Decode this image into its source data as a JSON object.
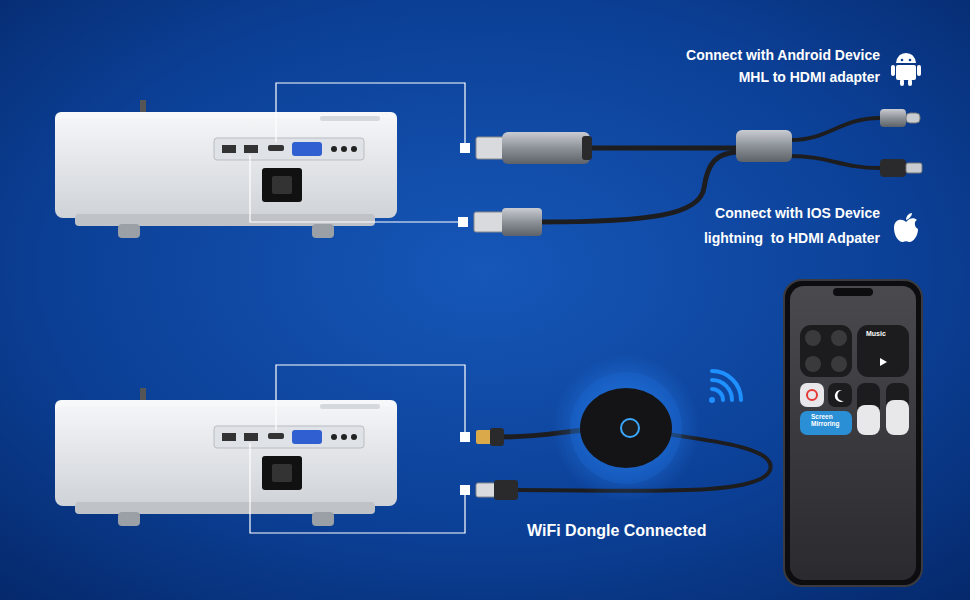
{
  "diagram": {
    "labels": [
      "Connect with Android Device",
      "MHL to HDMI adapter",
      "Connect with IOS Device",
      "lightning  to HDMI Adpater",
      "WiFi Dongle Connected",
      "Music",
      "Screen Mirroring"
    ]
  }
}
